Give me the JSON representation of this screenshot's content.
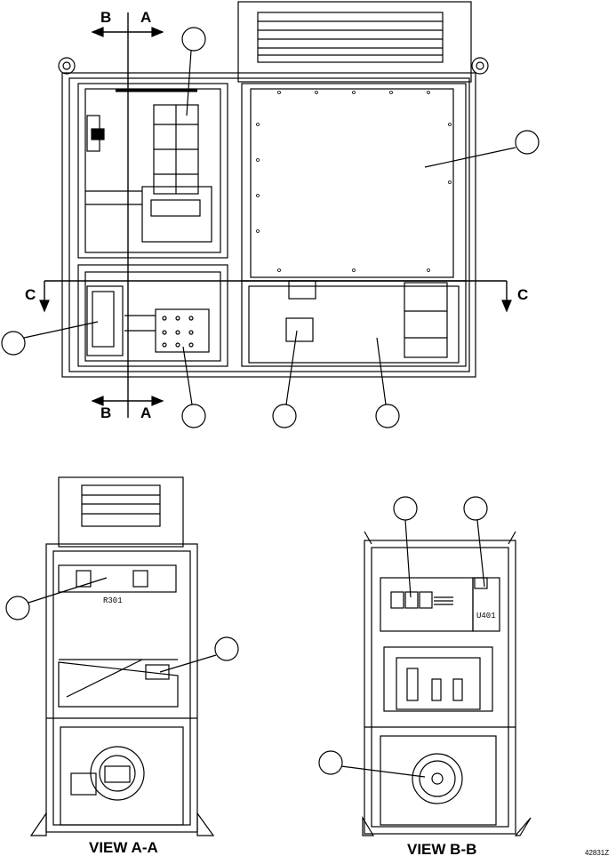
{
  "labels": {
    "section_b": "B",
    "section_a": "A",
    "section_c": "C",
    "view_aa": "VIEW A-A",
    "view_bb": "VIEW B-B",
    "figure_id": "42831Z",
    "panel_a_text": "R301",
    "panel_b_text": "U401"
  }
}
